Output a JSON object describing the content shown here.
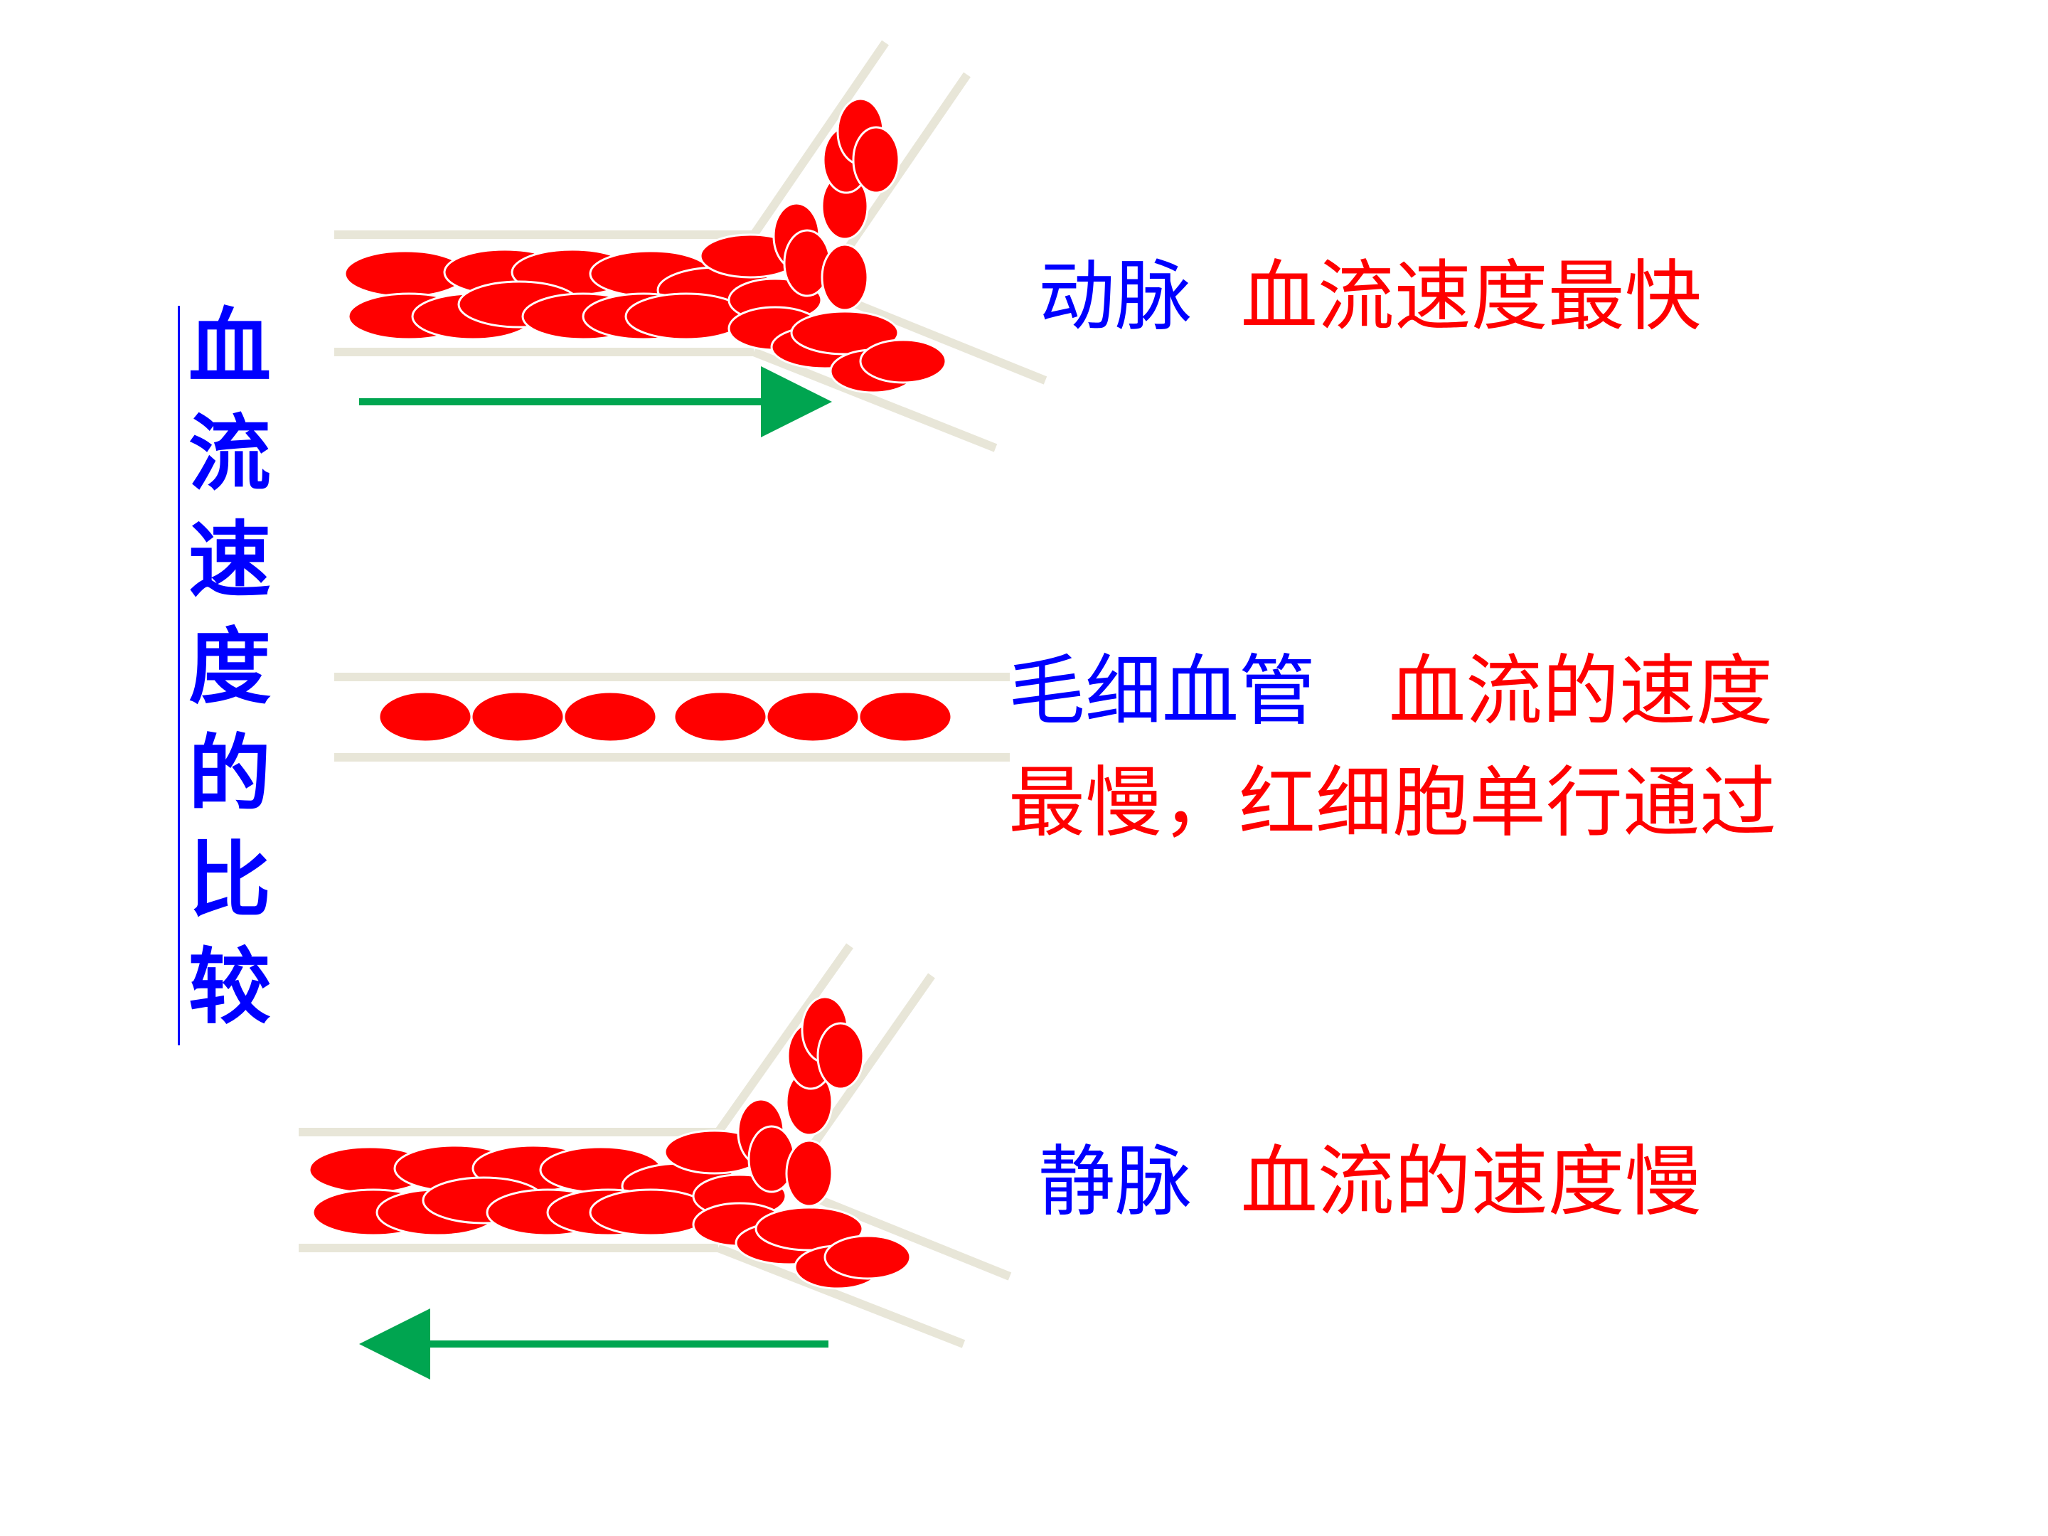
{
  "vertical_title": [
    "血",
    "流",
    "速",
    "度",
    "的",
    "比",
    "较"
  ],
  "artery": {
    "name": "动脉",
    "desc": "血流速度最快"
  },
  "capillary": {
    "name": "毛细血管",
    "desc_line1": "血流的速度",
    "desc_line2": "最慢，红细胞单行通过"
  },
  "vein": {
    "name": "静脉",
    "desc": "血流的速度慢"
  },
  "colors": {
    "cell": "#ff0000",
    "cell_outline": "#ffffff",
    "vessel": "#e8e6d8",
    "arrow": "#00a550",
    "name_text": "#0000ff",
    "desc_text": "#ff0000"
  }
}
